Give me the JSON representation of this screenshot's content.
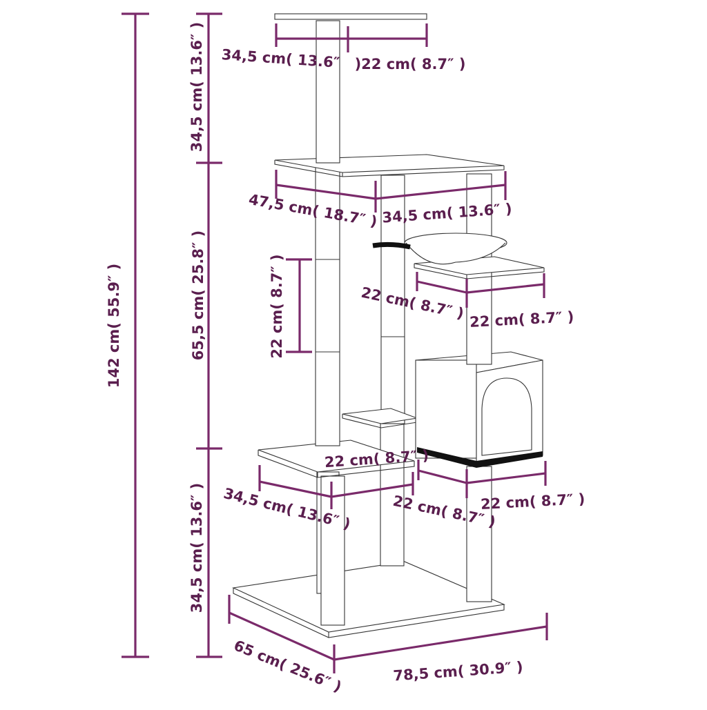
{
  "dimensions": {
    "total_height": "142 cm( 55.9″ )",
    "top_section_height": "34,5 cm( 13.6″ )",
    "middle_section_height": "65,5 cm( 25.8″ )",
    "bottom_section_height": "34,5 cm( 13.6″ )",
    "post_segment_height": "22 cm( 8.7″ )",
    "top_platform_width": "34,5 cm( 13.6″",
    "top_platform_depth": ")22 cm( 8.7″ )",
    "second_platform_width": "47,5 cm( 18.7″ )",
    "second_platform_depth": "34,5 cm( 13.6″ )",
    "side_platform_depth": "22 cm( 8.7″ )",
    "side_platform_width": "22 cm( 8.7″ )",
    "condo_depth": "22 cm( 8.7″ )",
    "condo_side": "22 cm( 8.7″ )",
    "condo_width": "22 cm( 8.7″ )",
    "lower_platform_width": "34,5 cm( 13.6″ )",
    "base_depth": "65 cm( 25.6″ )",
    "base_width": "78,5 cm( 30.9″ )"
  },
  "colors": {
    "dimension": "#7a2a6a",
    "outline": "#333333"
  }
}
